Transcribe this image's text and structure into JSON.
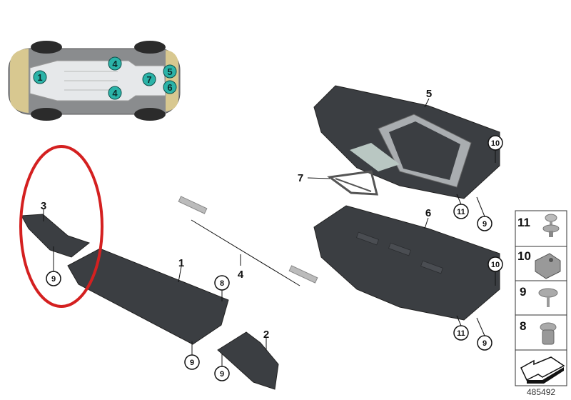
{
  "diagram_id": "485492",
  "highlight_color": "#d42020",
  "badge_color": "#2bb3a8",
  "car_overview": {
    "badges": [
      "1",
      "4",
      "4",
      "7",
      "5",
      "6"
    ]
  },
  "callouts": {
    "part1": "1",
    "part2": "2",
    "part3": "3",
    "part4": "4",
    "part5": "5",
    "part6": "6",
    "part7": "7",
    "c8": "8",
    "c9a": "9",
    "c9b": "9",
    "c9c": "9",
    "c9d": "9",
    "c9e": "9",
    "c10a": "10",
    "c10b": "10",
    "c11a": "11",
    "c11b": "11"
  },
  "legend": [
    {
      "number": "11",
      "icon": "push-rivet-icon"
    },
    {
      "number": "10",
      "icon": "clip-nut-icon"
    },
    {
      "number": "9",
      "icon": "screw-icon"
    },
    {
      "number": "8",
      "icon": "expanding-nut-icon"
    },
    {
      "number": "",
      "icon": "arrow-icon"
    }
  ]
}
